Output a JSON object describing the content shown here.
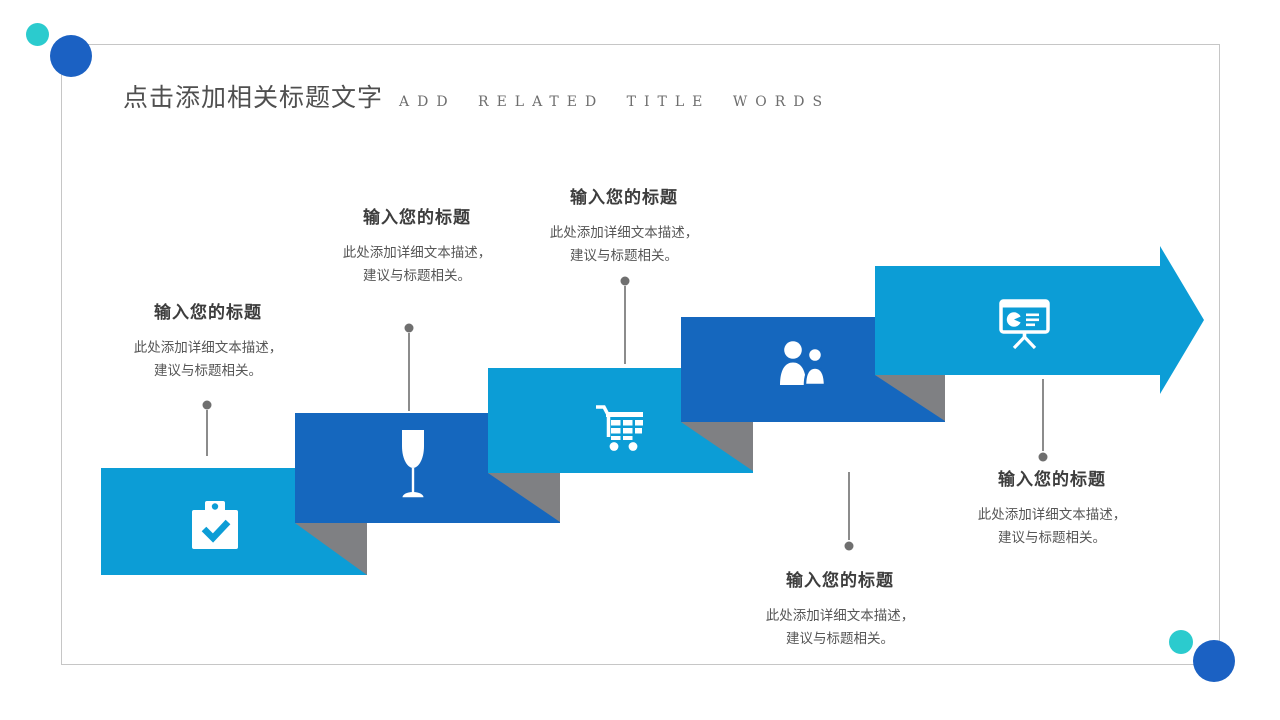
{
  "colors": {
    "light_blue": "#0C9DD6",
    "dark_blue": "#1567BE",
    "fold_gray": "#7F8083",
    "connector_gray": "#6F6F6F",
    "frame_gray": "#C6C6C6",
    "teal_circle": "#2BCBCE",
    "corner_blue": "#1B61C3",
    "title_text": "#4F4F4F",
    "subtitle_text": "#6E6E6E",
    "callout_title_text": "#3D3D3D",
    "callout_desc_text": "#565656"
  },
  "header": {
    "title_cn": "点击添加相关标题文字",
    "title_en": "ADD RELATED TITLE WORDS"
  },
  "steps": [
    {
      "index": 1,
      "icon": "clipboard-check-icon",
      "block_color": "light_blue",
      "label_side": "above",
      "title": "输入您的标题",
      "desc1": "此处添加详细文本描述，",
      "desc2": "建议与标题相关。"
    },
    {
      "index": 2,
      "icon": "wine-glass-icon",
      "block_color": "dark_blue",
      "label_side": "above",
      "title": "输入您的标题",
      "desc1": "此处添加详细文本描述，",
      "desc2": "建议与标题相关。"
    },
    {
      "index": 3,
      "icon": "shopping-cart-icon",
      "block_color": "light_blue",
      "label_side": "above",
      "title": "输入您的标题",
      "desc1": "此处添加详细文本描述，",
      "desc2": "建议与标题相关。"
    },
    {
      "index": 4,
      "icon": "people-icon",
      "block_color": "dark_blue",
      "label_side": "below",
      "title": "输入您的标题",
      "desc1": "此处添加详细文本描述，",
      "desc2": "建议与标题相关。"
    },
    {
      "index": 5,
      "icon": "presentation-chart-icon",
      "block_color": "light_blue",
      "label_side": "below",
      "title": "输入您的标题",
      "desc1": "此处添加详细文本描述，",
      "desc2": "建议与标题相关。"
    }
  ]
}
